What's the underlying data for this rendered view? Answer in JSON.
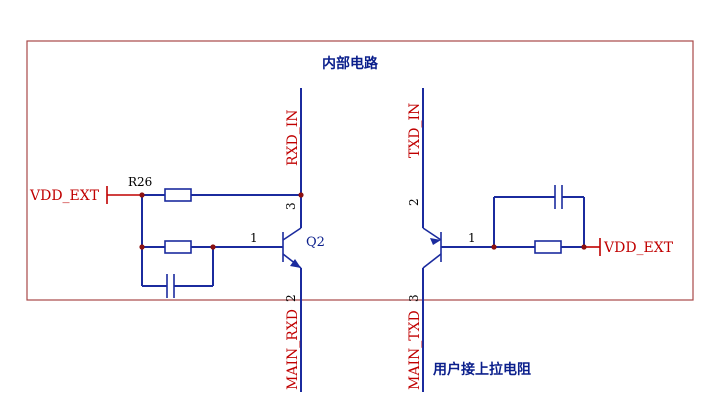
{
  "title": "内部电路",
  "user_note": "用户接上拉电阻",
  "labels": {
    "vdd_left": "VDD_EXT",
    "vdd_right": "VDD_EXT",
    "r26": "R26",
    "q2": "Q2",
    "pin1_left": "1",
    "pin1_right": "1",
    "pin2_left": "2",
    "pin2_right": "2",
    "pin3_left": "3",
    "pin3_right": "3",
    "rxd_in": "RXD_IN",
    "txd_in": "TXD_IN",
    "main_rxd": "MAIN_RXD",
    "main_txd": "MAIN_TXD"
  },
  "colors": {
    "wire": "#1b2b9e",
    "power": "#c00000",
    "border": "#a84848",
    "junction": "#8b1010"
  }
}
